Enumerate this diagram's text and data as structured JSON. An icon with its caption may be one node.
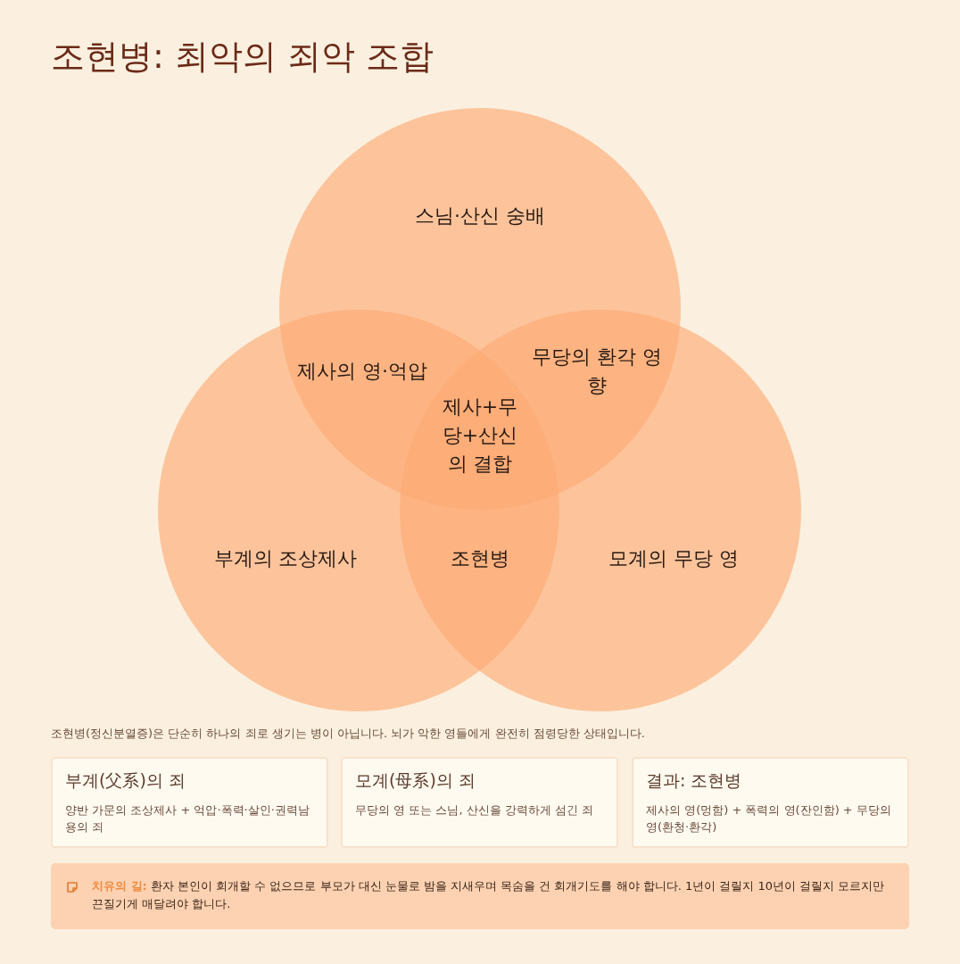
{
  "diagram": {
    "title": "조현병: 최악의 죄악 조합",
    "nodes": [
      {
        "text": [
          "스님·산신 숭배"
        ]
      },
      {
        "text": [
          "부계의 조상제사"
        ]
      },
      {
        "text": [
          "모계의 무당 영"
        ]
      },
      {
        "text": [
          "부계(父系)의 죄",
          "양반 가문의 조상제사 + 억압·폭력·살인·권력남용의 죄"
        ]
      },
      {
        "text": [
          "모계(母系)의 죄",
          "무당의 영 또는 스님, 산신을 강력하게 섬긴 죄"
        ]
      },
      {
        "text": [
          "결과: 조현병",
          "제사의 영(멍함) + 폭력의 영(잔인함) + 무당의 영(환청·환각)"
        ]
      },
      {
        "text": [
          "**치유의 길:** 환자 본인이 회개할 수 없으므로 부모가 대신 눈물로 밤을 지새우며 목숨을 건 회개기도를 해야 합니다. 1년이 걸릴지 10년이 걸릴지 모르지만 끈질기게 매달려야 합니다."
        ]
      }
    ],
    "labels": [
      "제사의 영·억압",
      "무당의 환각 영향",
      "제사+무당+산신의 결합",
      "조현병",
      "조현병(정신분열증)은 단순히 하나의 죄로 생기는 병이 아닙니다. 뇌가 악한 영들에게 완전히 점령당한 상태입니다."
    ]
  }
}
